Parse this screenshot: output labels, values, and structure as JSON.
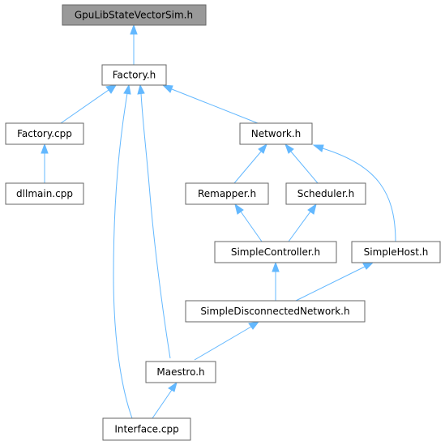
{
  "graph": {
    "nodes": {
      "gpulib": "GpuLibStateVectorSim.h",
      "factory_h": "Factory.h",
      "factory_cpp": "Factory.cpp",
      "network_h": "Network.h",
      "dllmain": "dllmain.cpp",
      "remapper": "Remapper.h",
      "scheduler": "Scheduler.h",
      "simple_controller": "SimpleController.h",
      "simple_host": "SimpleHost.h",
      "simple_disconnected": "SimpleDisconnectedNetwork.h",
      "maestro": "Maestro.h",
      "interface_cpp": "Interface.cpp"
    },
    "edge_color": "#63b8ff",
    "root_fill": "#999999",
    "edges": [
      {
        "from": "factory_h",
        "to": "gpulib"
      },
      {
        "from": "factory_cpp",
        "to": "factory_h"
      },
      {
        "from": "network_h",
        "to": "factory_h"
      },
      {
        "from": "interface_cpp",
        "to": "factory_h"
      },
      {
        "from": "maestro",
        "to": "factory_h"
      },
      {
        "from": "dllmain",
        "to": "factory_cpp"
      },
      {
        "from": "remapper",
        "to": "network_h"
      },
      {
        "from": "scheduler",
        "to": "network_h"
      },
      {
        "from": "simple_host",
        "to": "network_h"
      },
      {
        "from": "simple_controller",
        "to": "remapper"
      },
      {
        "from": "simple_controller",
        "to": "scheduler"
      },
      {
        "from": "simple_disconnected",
        "to": "simple_controller"
      },
      {
        "from": "simple_disconnected",
        "to": "simple_host"
      },
      {
        "from": "maestro",
        "to": "simple_disconnected"
      },
      {
        "from": "interface_cpp",
        "to": "maestro"
      }
    ]
  }
}
